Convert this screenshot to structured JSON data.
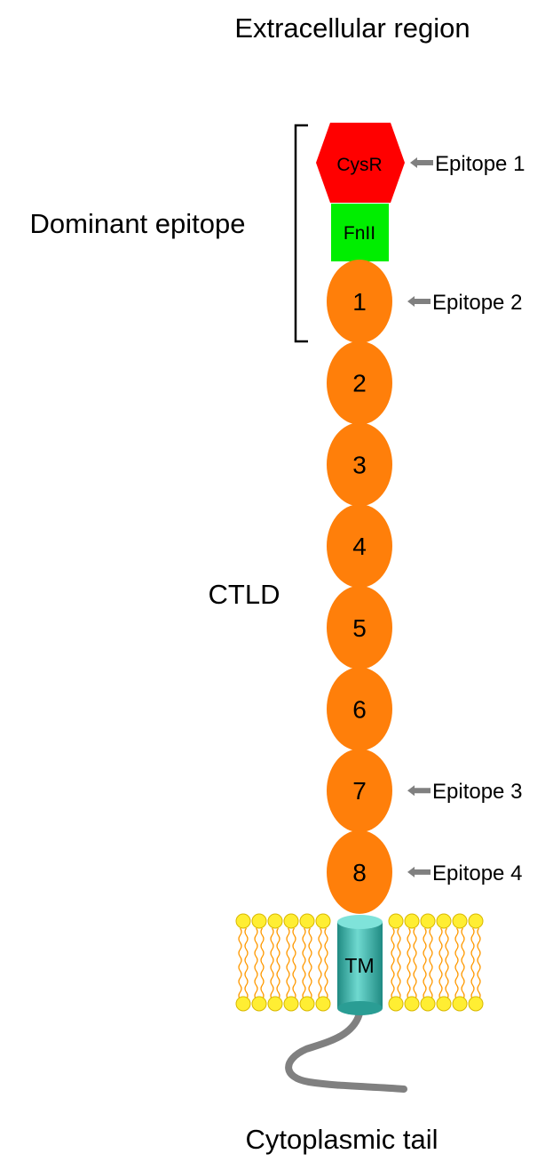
{
  "labels": {
    "extracellular": "Extracellular region",
    "dominant_epitope": "Dominant epitope",
    "ctld": "CTLD",
    "cytoplasmic": "Cytoplasmic tail"
  },
  "domains": {
    "cysr": "CysR",
    "fnii": "FnII",
    "tm": "TM",
    "ctld_units": [
      "1",
      "2",
      "3",
      "4",
      "5",
      "6",
      "7",
      "8"
    ]
  },
  "epitopes": [
    {
      "label": "Epitope 1",
      "target": "CysR"
    },
    {
      "label": "Epitope 2",
      "target": "1"
    },
    {
      "label": "Epitope 3",
      "target": "7"
    },
    {
      "label": "Epitope 4",
      "target": "8"
    }
  ],
  "colors": {
    "cysr": "#ff0000",
    "cysr_text": "#b30000",
    "fnii": "#00ee00",
    "ctld": "#ff7f0a",
    "tm": "#36b3aa",
    "arrow": "#808080",
    "lipid_head": "#ffee33",
    "lipid_tail": "#ff9900",
    "tail": "#808080"
  }
}
